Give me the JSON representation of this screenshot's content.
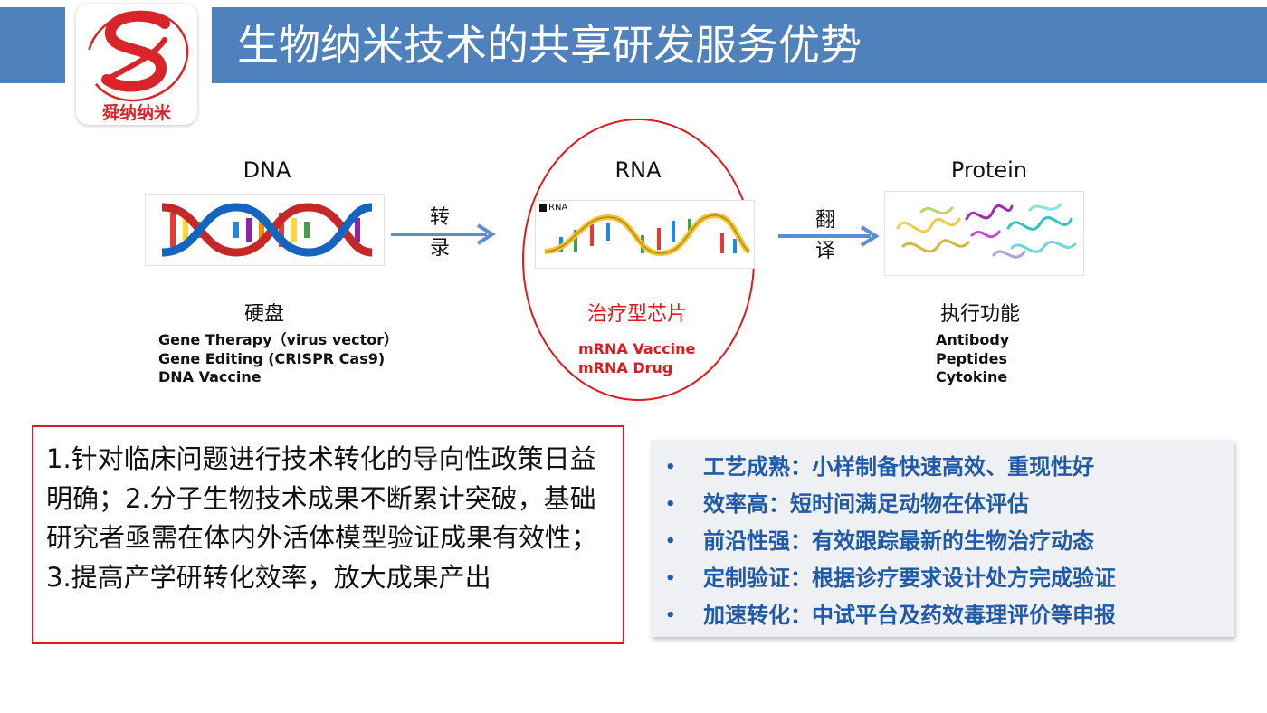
{
  "slide": {
    "title": "生物纳米技术的共享研发服务优势",
    "logo_text": "舜纳纳米",
    "brand_colors": {
      "header_blue": "#4f81bd",
      "logo_red": "#d9252a",
      "highlight_red": "#e0191c",
      "bullet_blue": "#1f5aa8"
    }
  },
  "flow": {
    "dna": {
      "heading": "DNA",
      "subtitle": "硬盘",
      "items": [
        "Gene Therapy（virus vector）",
        "Gene Editing (CRISPR Cas9)",
        "DNA Vaccine"
      ]
    },
    "arrow1": {
      "char1": "转",
      "char2": "录"
    },
    "rna": {
      "heading": "RNA",
      "image_label": "RNA",
      "subtitle": "治疗型芯片",
      "items": [
        "mRNA Vaccine",
        "mRNA Drug"
      ]
    },
    "arrow2": {
      "char1": "翻",
      "char2": "译"
    },
    "protein": {
      "heading": "Protein",
      "subtitle": "执行功能",
      "items": [
        "Antibody",
        "Peptides",
        "Cytokine"
      ]
    }
  },
  "policy_box": {
    "text": "1.针对临床问题进行技术转化的导向性政策日益明确；2.分子生物技术成果不断累计突破，基础研究者亟需在体内外活体模型验证成果有效性；3.提高产学研转化效率，放大成果产出"
  },
  "advantages": {
    "bullet": "•",
    "items": [
      "工艺成熟：小样制备快速高效、重现性好",
      "效率高：短时间满足动物在体评估",
      "前沿性强：有效跟踪最新的生物治疗动态",
      "定制验证：根据诊疗要求设计处方完成验证",
      "加速转化：中试平台及药效毒理评价等申报"
    ]
  }
}
